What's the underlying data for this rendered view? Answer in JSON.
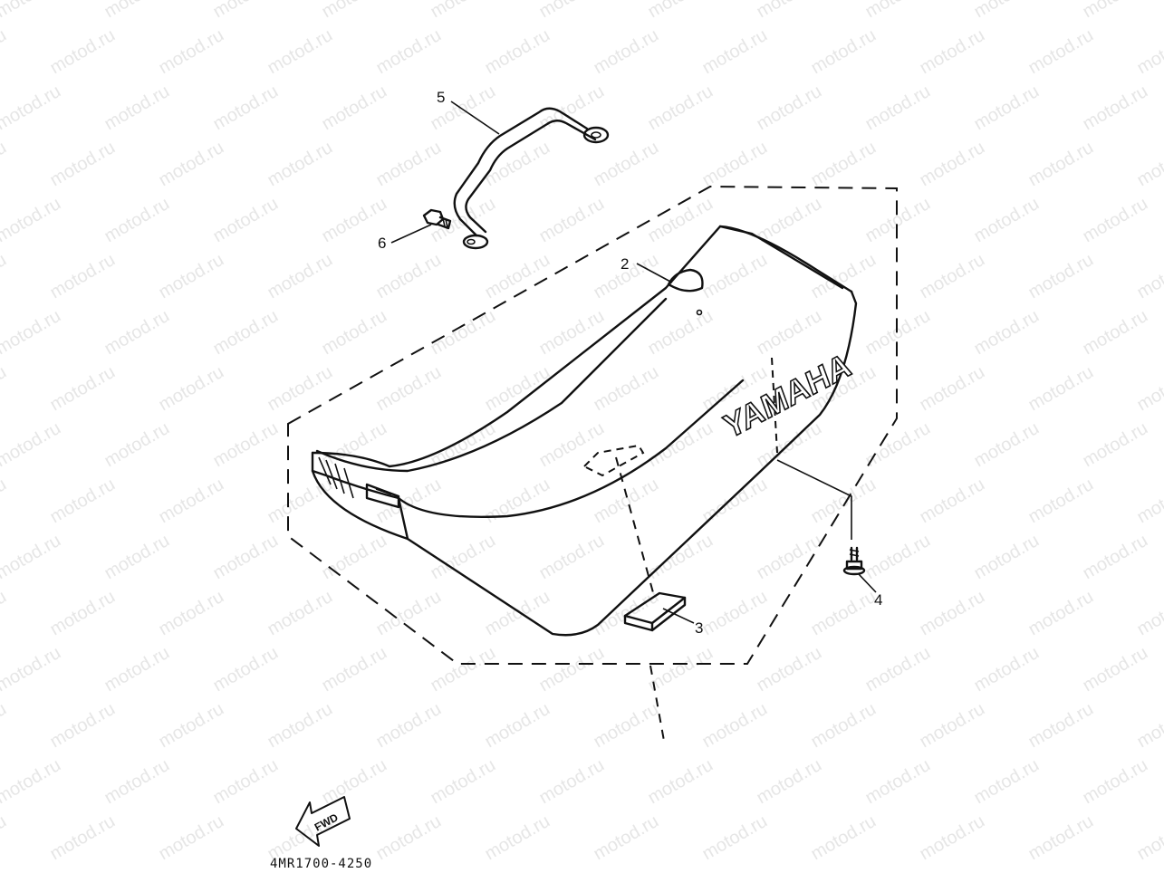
{
  "watermark": {
    "text": "motod.ru"
  },
  "callouts": [
    {
      "id": "5",
      "label": "5"
    },
    {
      "id": "6",
      "label": "6"
    },
    {
      "id": "2",
      "label": "2"
    },
    {
      "id": "4",
      "label": "4"
    },
    {
      "id": "3",
      "label": "3"
    }
  ],
  "seat_brand": "YAMAHA",
  "fwd_label": "FWD",
  "diagram_code": "4MR1700-4250",
  "colors": {
    "line": "#111111",
    "background": "#ffffff",
    "watermark": "#e6e6e6"
  }
}
